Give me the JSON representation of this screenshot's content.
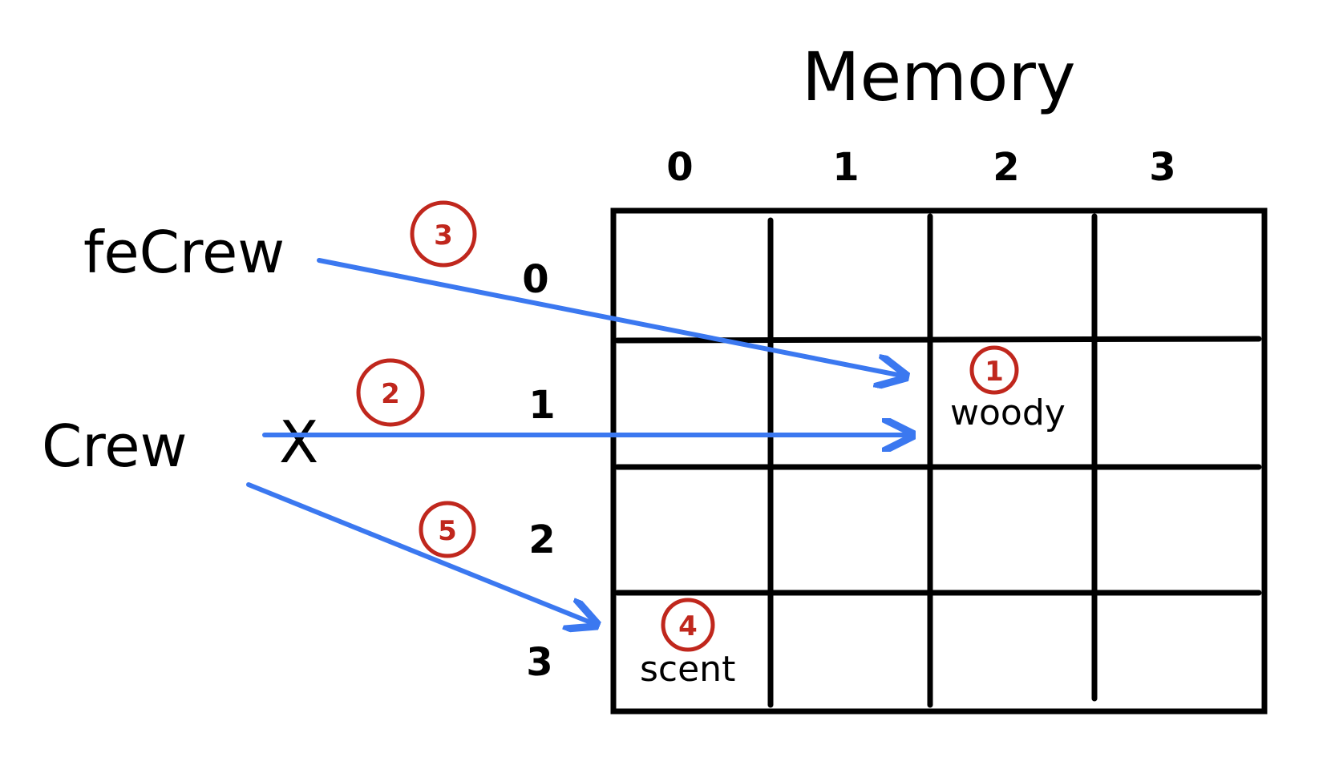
{
  "diagram": {
    "title": "Memory",
    "column_indices": [
      "0",
      "1",
      "2",
      "3"
    ],
    "row_indices": [
      "0",
      "1",
      "2",
      "3"
    ],
    "variables": {
      "feCrew": "feCrew",
      "crew": "Crew",
      "crew_mark": "X"
    },
    "cells": {
      "woody": "woody",
      "scent": "scent"
    },
    "steps": {
      "s1": "1",
      "s2": "2",
      "s3": "3",
      "s4": "4",
      "s5": "5"
    },
    "colors": {
      "ink": "#000000",
      "arrow": "#3b78f0",
      "step": "#c0271d"
    }
  }
}
